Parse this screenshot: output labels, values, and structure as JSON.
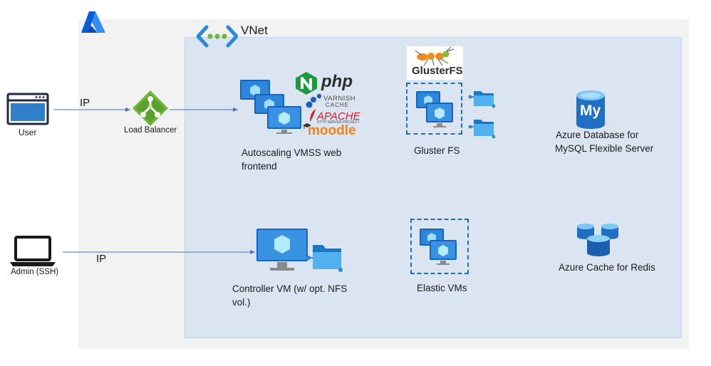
{
  "vnet": {
    "label": "VNet"
  },
  "user": {
    "label": "User",
    "connection": "IP"
  },
  "admin": {
    "label": "Admin (SSH)",
    "connection": "IP"
  },
  "load_balancer": {
    "label": "Load Balancer"
  },
  "web_frontend": {
    "label_line1": "Autoscaling VMSS web",
    "label_line2": "frontend",
    "logos": {
      "php": "php",
      "varnish_1": "VARNISH",
      "varnish_2": "CACHE",
      "apache": "APACHE",
      "apache_sub": "HTTP SERVER PROJECT",
      "moodle": "moodle"
    }
  },
  "gluster": {
    "label": "Gluster FS",
    "logo_text": "GlusterFS"
  },
  "mysql": {
    "label_line1": "Azure Database for",
    "label_line2": "MySQL Flexible Server",
    "icon_text": "My"
  },
  "controller": {
    "label_line1": "Controller VM (w/ opt. NFS",
    "label_line2": "vol.)"
  },
  "elastic": {
    "label": "Elastic VMs"
  },
  "redis": {
    "label": "Azure Cache for Redis"
  },
  "colors": {
    "azure_blue": "#0078d4",
    "vnet_fill": "#dbe5f1",
    "region_fill": "#f2f2f2",
    "dash_blue": "#1f6fb5"
  }
}
